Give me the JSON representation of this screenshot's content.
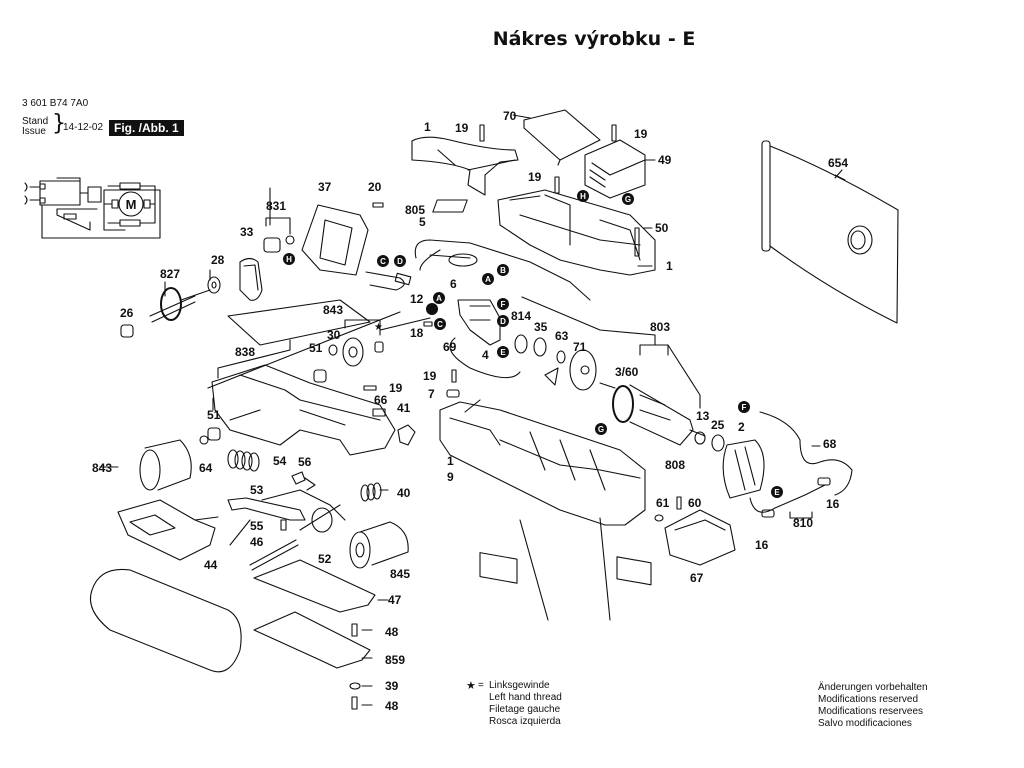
{
  "page": {
    "title": "Nákres výrobku - E"
  },
  "header": {
    "document_number": "3 601 B74 7A0",
    "stand_label": "Stand",
    "issue_label": "Issue",
    "issue_date": "14-12-02",
    "figure_label": "Fig. /Abb. 1"
  },
  "schematic": {
    "motor_label": "M"
  },
  "parts": {
    "p1a": "1",
    "p19a": "19",
    "p70": "70",
    "p19b": "19",
    "p49": "49",
    "p19c": "19",
    "p50": "50",
    "p1b": "1",
    "p654": "654",
    "p37": "37",
    "p20": "20",
    "p831": "831",
    "p805": "805",
    "p5": "5",
    "p33": "33",
    "p28": "28",
    "p827": "827",
    "p26": "26",
    "p6": "6",
    "p12": "12",
    "p843a": "843",
    "p30": "30",
    "p51a": "51",
    "p838": "838",
    "p18": "18",
    "p69": "69",
    "p4": "4",
    "p814": "814",
    "p35": "35",
    "p63": "63",
    "p71": "71",
    "p803": "803",
    "p360": "3/60",
    "p19d": "19",
    "p66": "66",
    "p41": "41",
    "p19e": "19",
    "p7": "7",
    "p51b": "51",
    "p64": "64",
    "p843b": "843",
    "p54": "54",
    "p56": "56",
    "p53": "53",
    "p40": "40",
    "p1c": "1",
    "p9": "9",
    "p808": "808",
    "p13": "13",
    "p25": "25",
    "p2": "2",
    "p68": "68",
    "p61": "61",
    "p60": "60",
    "p16a": "16",
    "p810": "810",
    "p16b": "16",
    "p67": "67",
    "p55": "55",
    "p46": "46",
    "p52": "52",
    "p845": "845",
    "p44": "44",
    "p47": "47",
    "p48a": "48",
    "p859": "859",
    "p39": "39",
    "p48b": "48"
  },
  "connectors": {
    "A": "A",
    "B": "B",
    "C": "C",
    "D": "D",
    "E": "E",
    "F": "F",
    "G": "G",
    "H": "H"
  },
  "legend": {
    "symbol": "★",
    "equals": "=",
    "lines": [
      "Linksgewinde",
      "Left hand thread",
      "Filetage gauche",
      "Rosca izquierda"
    ]
  },
  "modifications": {
    "lines": [
      "Änderungen vorbehalten",
      "Modifications reserved",
      "Modifications reservees",
      "Salvo modificaciones"
    ]
  }
}
